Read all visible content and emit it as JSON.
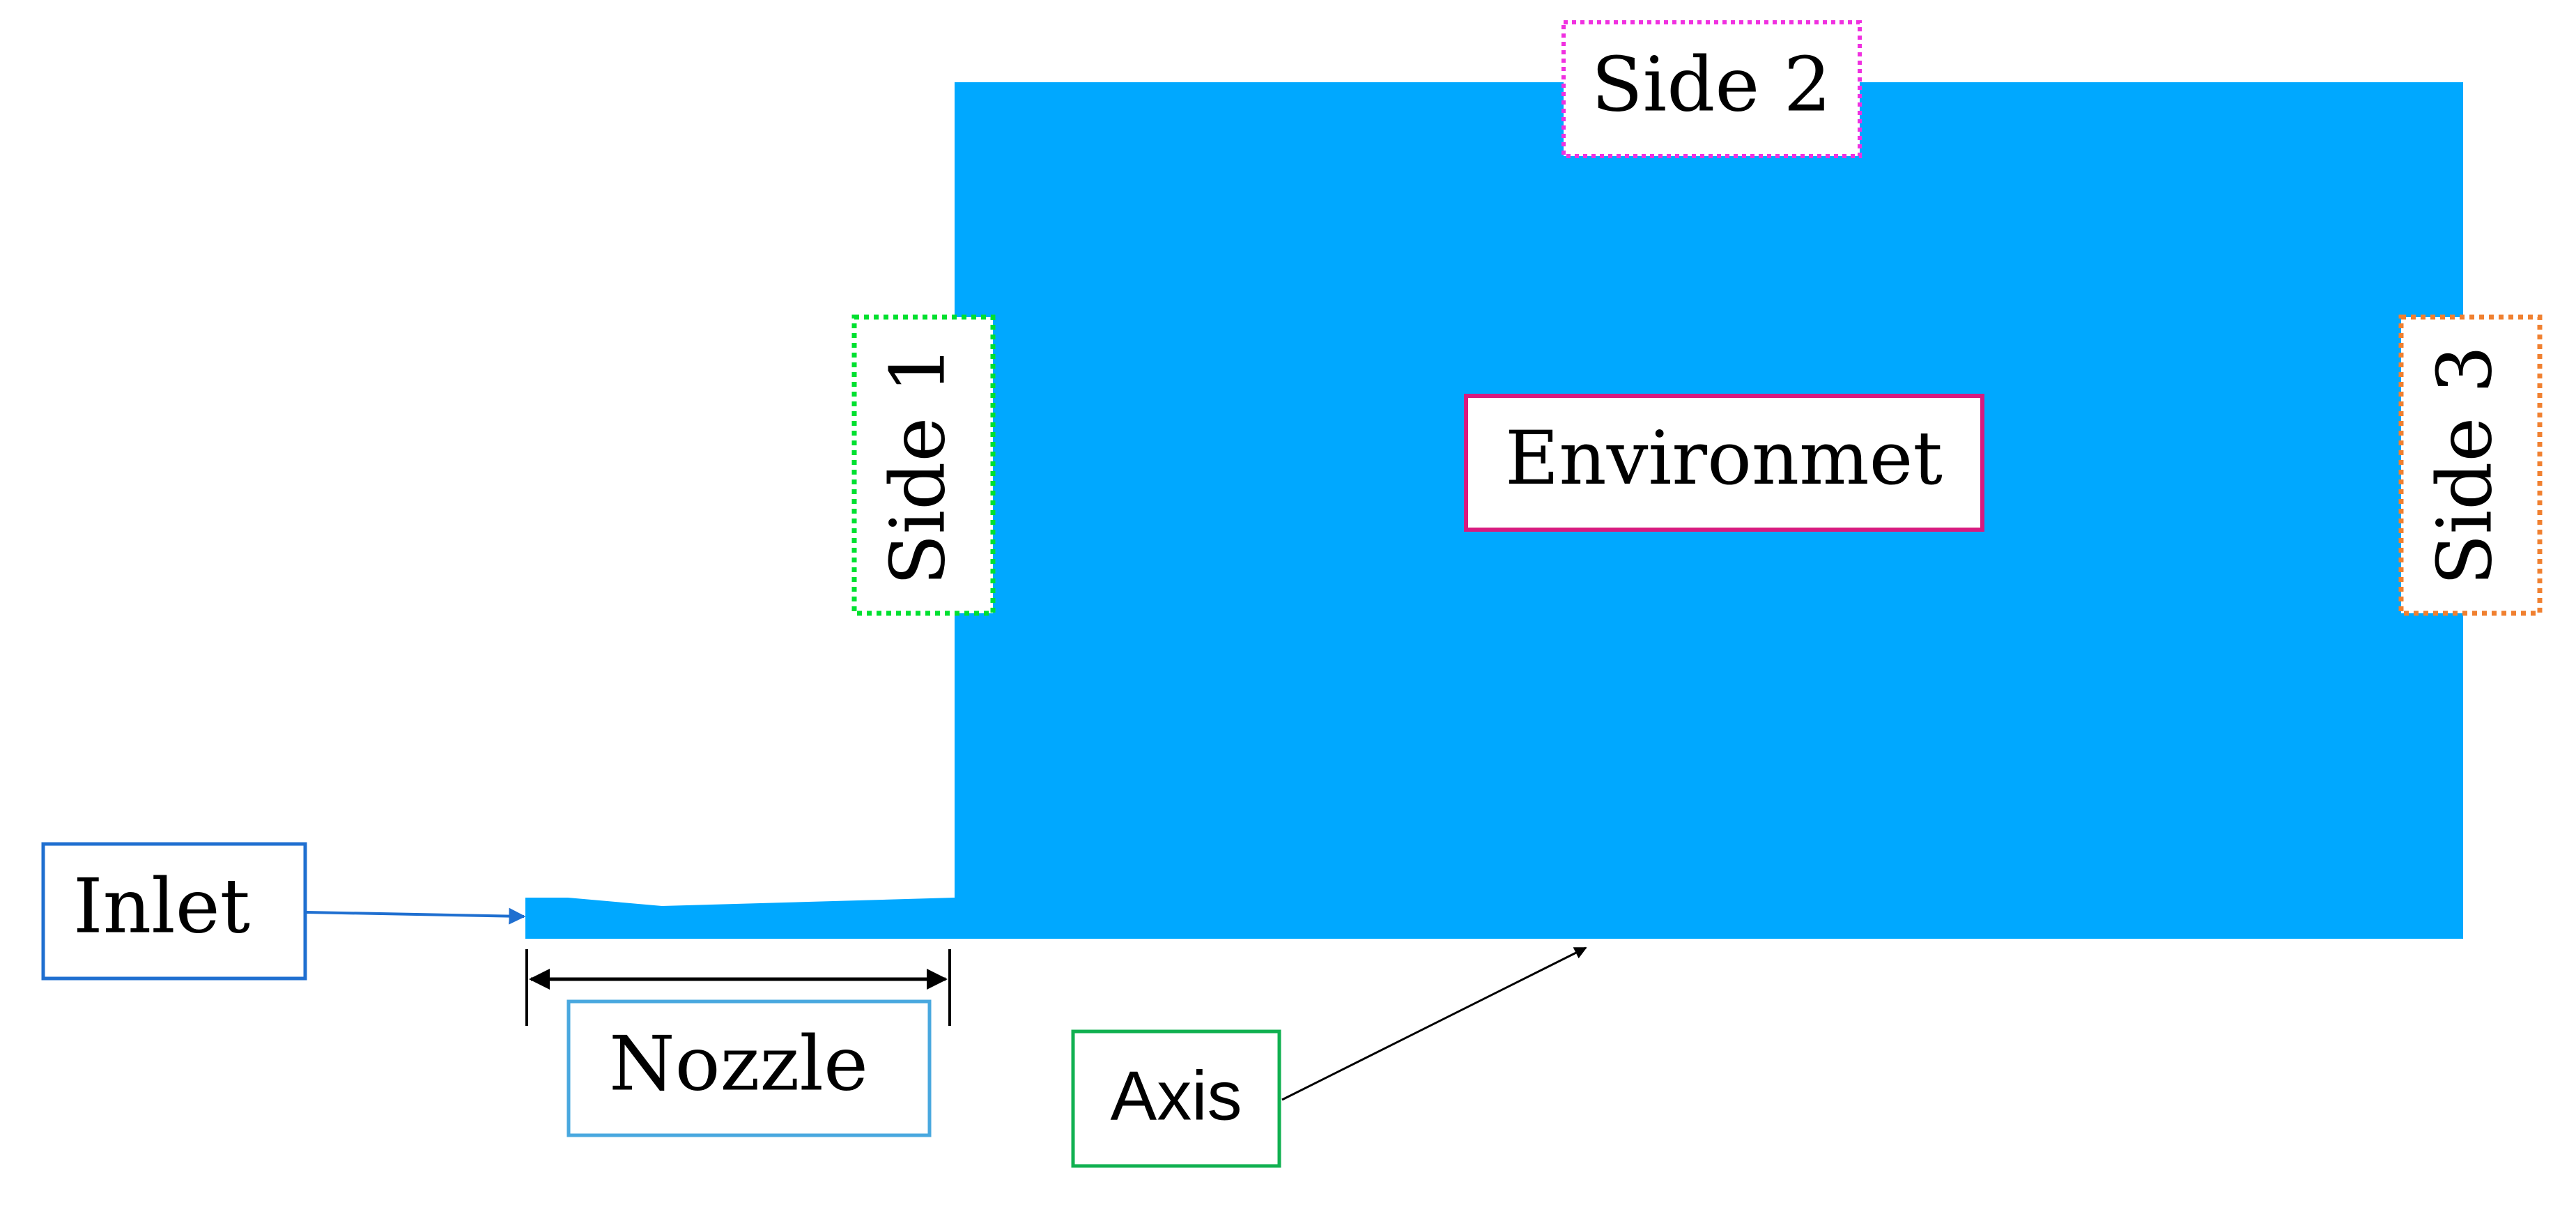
{
  "labels": {
    "side1": "Side 1",
    "side2": "Side 2",
    "side3": "Side 3",
    "environment": "Environmet",
    "inlet": "Inlet",
    "nozzle": "Nozzle",
    "axis": "Axis"
  },
  "colors": {
    "domain_fill": "#00A8FF",
    "side1_border": "#00E030",
    "side2_border": "#F030E0",
    "side3_border": "#F08030",
    "environment_border": "#D81B7F",
    "inlet_border": "#1F6FD0",
    "nozzle_border": "#49A8DF",
    "axis_border": "#10B050",
    "arrow_inlet": "#1F6FD0",
    "arrow_black": "#000000"
  }
}
